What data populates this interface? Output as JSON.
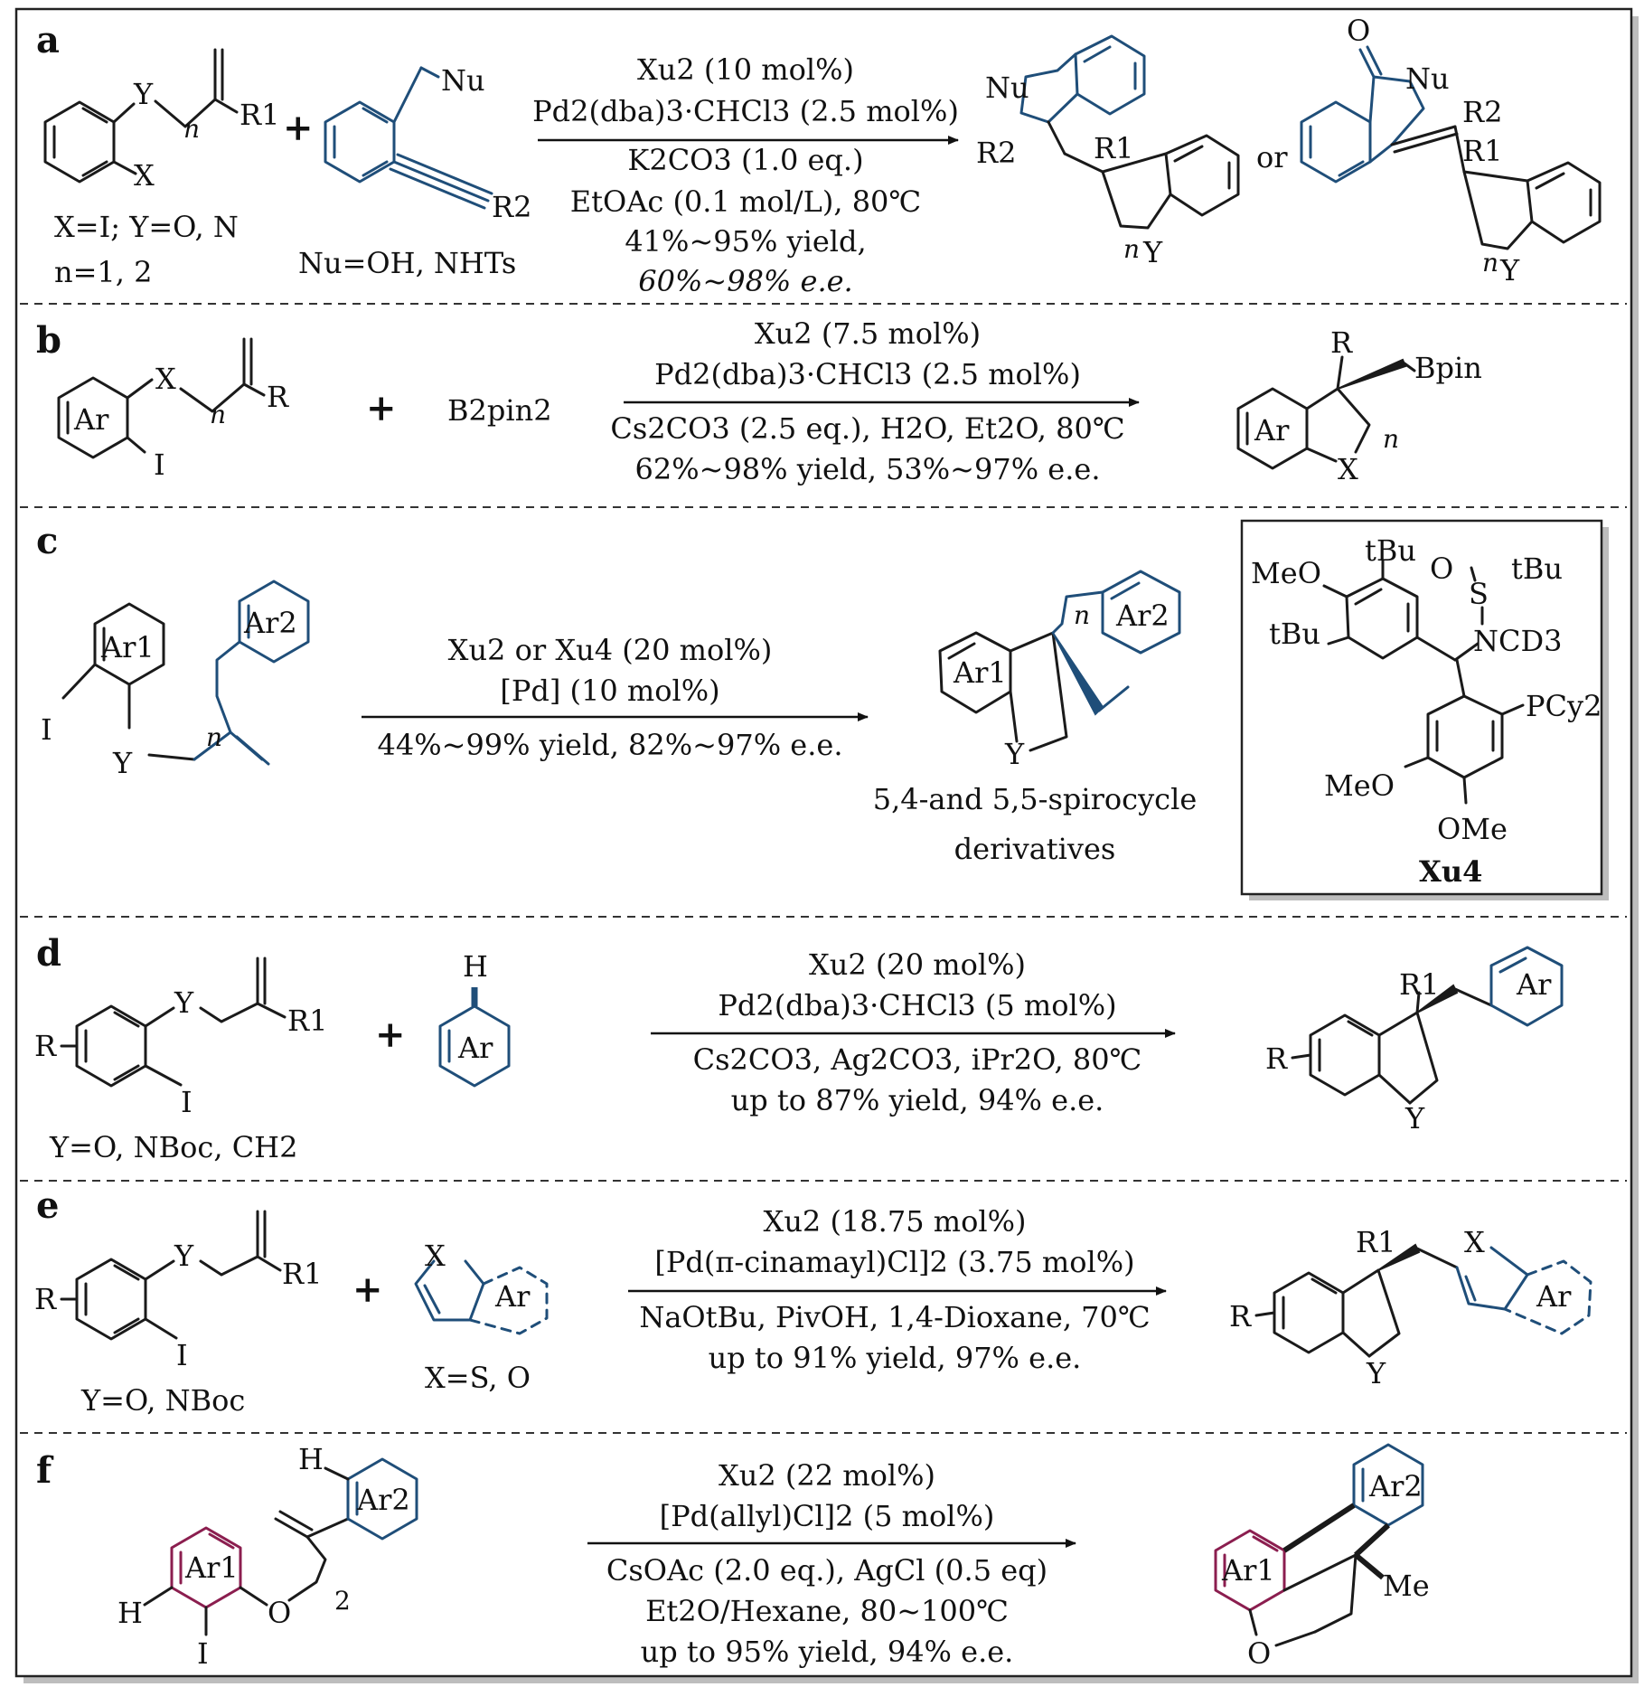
{
  "panels": {
    "a": {
      "label": "a",
      "conditions": [
        "Xu2 (10 mol%)",
        "Pd2(dba)3·CHCl3 (2.5 mol%)",
        "K2CO3 (1.0 eq.)",
        "EtOAc (0.1 mol/L), 80℃",
        "41%~95% yield,",
        "60%~98% e.e."
      ],
      "sub_left": [
        "X=I; Y=O, N",
        "n=1, 2"
      ],
      "sub_mid": "Nu=OH, NHTs",
      "or_text": "or"
    },
    "b": {
      "label": "b",
      "conditions": [
        "Xu2 (7.5 mol%)",
        "Pd2(dba)3·CHCl3 (2.5 mol%)",
        "Cs2CO3 (2.5 eq.), H2O, Et2O, 80℃",
        "62%~98% yield, 53%~97% e.e."
      ],
      "reagent": "B2pin2"
    },
    "c": {
      "label": "c",
      "conditions": [
        "Xu2 or Xu4 (20 mol%)",
        "[Pd] (10 mol%)",
        "44%~99% yield, 82%~97% e.e."
      ],
      "product_caption": [
        "5,4-and 5,5-spirocycle",
        "derivatives"
      ],
      "ligand_name": "Xu4"
    },
    "d": {
      "label": "d",
      "conditions": [
        "Xu2 (20 mol%)",
        "Pd2(dba)3·CHCl3 (5 mol%)",
        "Cs2CO3, Ag2CO3, iPr2O, 80℃",
        "up to 87% yield, 94% e.e."
      ],
      "sub_left": "Y=O, NBoc, CH2"
    },
    "e": {
      "label": "e",
      "conditions": [
        "Xu2 (18.75 mol%)",
        "[Pd(π-cinamayl)Cl]2 (3.75 mol%)",
        "NaOtBu, PivOH, 1,4-Dioxane, 70℃",
        "up to 91% yield, 97% e.e."
      ],
      "sub_left": "Y=O, NBoc",
      "sub_mid": "X=S, O"
    },
    "f": {
      "label": "f",
      "conditions": [
        "Xu2 (22 mol%)",
        "[Pd(allyl)Cl]2 (5 mol%)",
        "CsOAc (2.0 eq.), AgCl (0.5 eq)",
        "Et2O/Hexane, 80~100℃",
        "up to 95% yield, 94% e.e."
      ]
    }
  },
  "atoms": {
    "Y": "Y",
    "X": "X",
    "I": "I",
    "H": "H",
    "O": "O",
    "R": "R",
    "R1": "R1",
    "R2": "R2",
    "Nu": "Nu",
    "Ar": "Ar",
    "Ar1": "Ar1",
    "Ar2": "Ar2",
    "n": "n",
    "two": "2",
    "plus": "+",
    "Bpin": "Bpin",
    "Me": "Me",
    "MeO": "MeO",
    "OMe": "OMe",
    "tBu": "tBu",
    "S": "S",
    "NCD3": "NCD3",
    "PCy2": "PCy2"
  },
  "colors": {
    "blue": "#1f4e79",
    "red": "#8b1e4f",
    "black": "#1a1a1a"
  }
}
